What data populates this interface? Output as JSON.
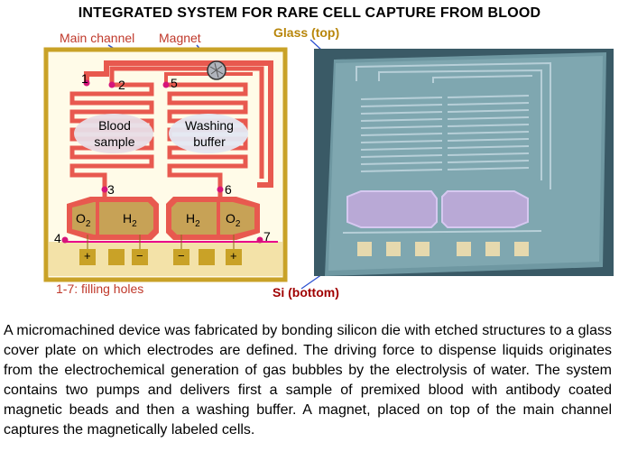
{
  "title": "INTEGRATED SYSTEM FOR RARE CELL CAPTURE FROM BLOOD",
  "labels": {
    "main_channel": "Main channel",
    "magnet": "Magnet",
    "glass_top": "Glass (top)",
    "si_bottom": "Si (bottom)",
    "filling_holes": "1-7:  filling holes",
    "blood_sample": "Blood sample",
    "washing_buffer": "Washing buffer",
    "o2_left": "O",
    "h2_left": "H",
    "h2_right": "H",
    "o2_right": "O",
    "subscript": "2"
  },
  "holes": [
    "1",
    "2",
    "3",
    "4",
    "5",
    "6",
    "7"
  ],
  "electrodes": [
    "+",
    "−",
    "−",
    "+"
  ],
  "description": "A micromachined device was fabricated by bonding silicon die with etched structures to a glass cover plate on which electrodes are defined. The driving force to dispense liquids originates from the electrochemical generation of gas bubbles by the electrolysis of water.  The system contains two pumps and delivers first a sample of premixed blood with antibody coated magnetic beads and then a washing buffer. A magnet, placed on top of the main channel captures the magnetically labeled cells."
}
